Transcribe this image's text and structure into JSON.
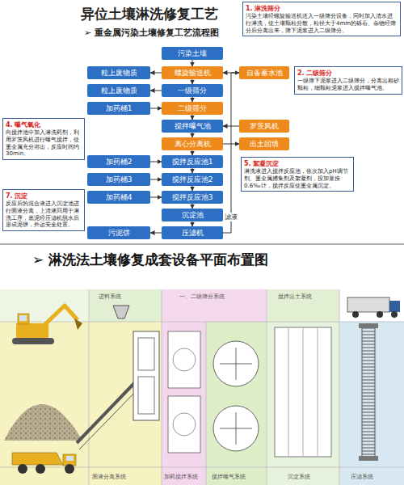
{
  "diagram": {
    "title": "异位土壤淋洗修复工艺",
    "nodes": [
      {
        "text": [
          "污染土壤"
        ]
      },
      {
        "text": [
          "螺旋输送机"
        ]
      },
      {
        "text": [
          "一级筛分"
        ]
      },
      {
        "text": [
          "二级筛分"
        ]
      },
      {
        "text": [
          "搅拌曝气池"
        ]
      },
      {
        "text": [
          "离心分离机"
        ]
      },
      {
        "text": [
          "搅拌反应池1"
        ]
      },
      {
        "text": [
          "搅拌反应池2"
        ]
      },
      {
        "text": [
          "搅拌反应池3"
        ]
      },
      {
        "text": [
          "沉淀池"
        ]
      },
      {
        "text": [
          "压滤机"
        ]
      },
      {
        "text": [
          "粒上废物质"
        ]
      },
      {
        "text": [
          "粒上废物质"
        ]
      },
      {
        "text": [
          "加药桶1"
        ]
      },
      {
        "text": [
          "加药桶2"
        ]
      },
      {
        "text": [
          "加药桶3"
        ]
      },
      {
        "text": [
          "加药桶4"
        ]
      },
      {
        "text": [
          "污泥饼"
        ]
      },
      {
        "text": [
          "自备蓄水池"
        ]
      },
      {
        "text": [
          "罗茨风机"
        ]
      },
      {
        "text": [
          "出土回填"
        ]
      }
    ],
    "edges": [
      {
        "from": 0,
        "to": 1,
        "arrow": "to"
      },
      {
        "from": 1,
        "to": 2,
        "arrow": "to"
      },
      {
        "from": 2,
        "to": 3,
        "arrow": "to"
      },
      {
        "from": 3,
        "to": 4,
        "arrow": "to"
      },
      {
        "from": 4,
        "to": 5,
        "arrow": "to"
      },
      {
        "from": 5,
        "to": 6,
        "arrow": "to"
      },
      {
        "from": 6,
        "to": 7,
        "arrow": "to"
      },
      {
        "from": 7,
        "to": 8,
        "arrow": "to"
      },
      {
        "from": 8,
        "to": 9,
        "arrow": "to"
      },
      {
        "from": 9,
        "to": 10,
        "arrow": "to"
      },
      {
        "from": 1,
        "to": 11,
        "arrow": "to"
      },
      {
        "from": 2,
        "to": 12,
        "arrow": "to"
      },
      {
        "from": 13,
        "to": 3,
        "arrow": "to"
      },
      {
        "from": 14,
        "to": 6,
        "arrow": "to"
      },
      {
        "from": 15,
        "to": 7,
        "arrow": "to"
      },
      {
        "from": 16,
        "to": 8,
        "arrow": "to"
      },
      {
        "from": 10,
        "to": 17,
        "arrow": "to"
      },
      {
        "from": 18,
        "to": 1,
        "arrow": "to"
      },
      {
        "from": 19,
        "to": 4,
        "arrow": "to"
      },
      {
        "from": 5,
        "to": 20,
        "arrow": "to"
      },
      {
        "from": 10,
        "to": 18,
        "label": "滤液",
        "arrow": "to"
      }
    ],
    "labels": [
      "➢ 重金属污染土壤修复工艺流程图",
      "1. 淋洗筛分",
      "污染土壤经螺旋输送机送入一级筛分设备，同时加入清水进行淋洗，使土壤颗粒分散，粒径大于4mm的砾石、杂物经筛分后分离出来，筛下泥浆进入二级筛分。",
      "2. 二级筛分",
      "一级筛下泥浆进入二级筛分，分离出粗砂颗粒，细颗粒泥浆进入搅拌曝气池。",
      "4. 曝气氧化",
      "向搅拌池中加入淋洗药剂，利用罗茨风机进行曝气搅拌，使重金属充分溶出，反应时间约30min。",
      "5. 絮凝沉淀",
      "淋洗液进入搅拌反应池，依次加入pH调节剂、重金属捕集剂及絮凝剂，投加量按0.6‰计，搅拌反应使重金属沉淀。",
      "7. 沉淀",
      "反应后的混合液进入沉淀池进行固液分离，上清液回用于淋洗工序，底泥经压滤机脱水后形成泥饼，外运安全处置。",
      "➢ 淋洗法土壤修复成套设备平面布置图",
      "进料系统",
      "一、二级筛分系统",
      "搅拌出土系统",
      "固液分离系统",
      "加药搅拌系统",
      "搅拌曝气系统",
      "沉淀系统",
      "压滤系统"
    ]
  }
}
